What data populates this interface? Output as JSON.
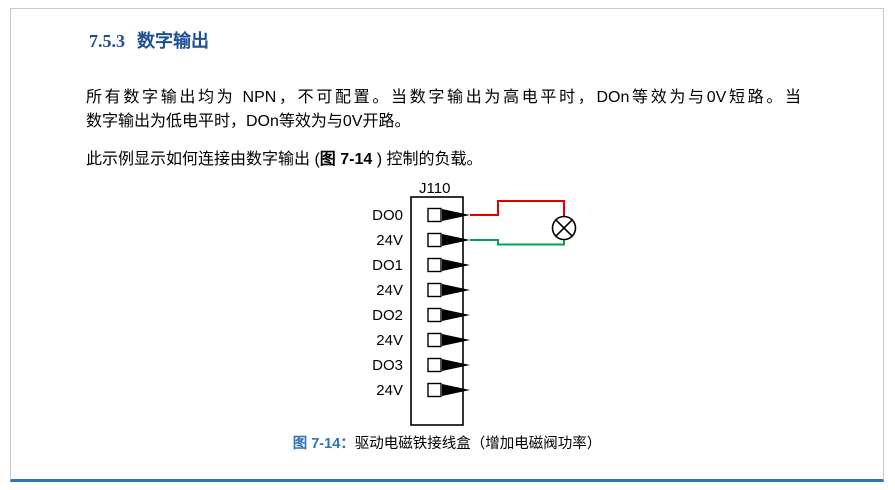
{
  "page": {
    "heading": {
      "number": "7.5.3",
      "title": "数字输出"
    },
    "paragraph1": {
      "line1": "所有数字输出均为 NPN，不可配置。当数字输出为高电平时，DOn等效为与0V短路。当",
      "line2": "数字输出为低电平时，DOn等效为与0V开路。"
    },
    "paragraph2": {
      "prefix": "此示例显示如何连接由数字输出 (",
      "figure_ref": "图 7-14",
      "suffix": " ) 控制的负载。"
    },
    "figure": {
      "connector_label": "J110",
      "pins": [
        "DO0",
        "24V",
        "DO1",
        "24V",
        "DO2",
        "24V",
        "DO3",
        "24V"
      ],
      "wires": {
        "do0_color": "#e00000",
        "v24_color": "#00a550"
      },
      "lamp_symbol": "crossed-circle-load"
    },
    "caption": {
      "label": "图  7-14：",
      "text": "驱动电磁铁接线盒（增加电磁阀功率）"
    }
  },
  "colors": {
    "heading_blue": "#1e4f96",
    "caption_blue": "#2e75b6",
    "footer_rule_blue": "#2e75b6",
    "page_border_gray": "#c9c9c9"
  }
}
